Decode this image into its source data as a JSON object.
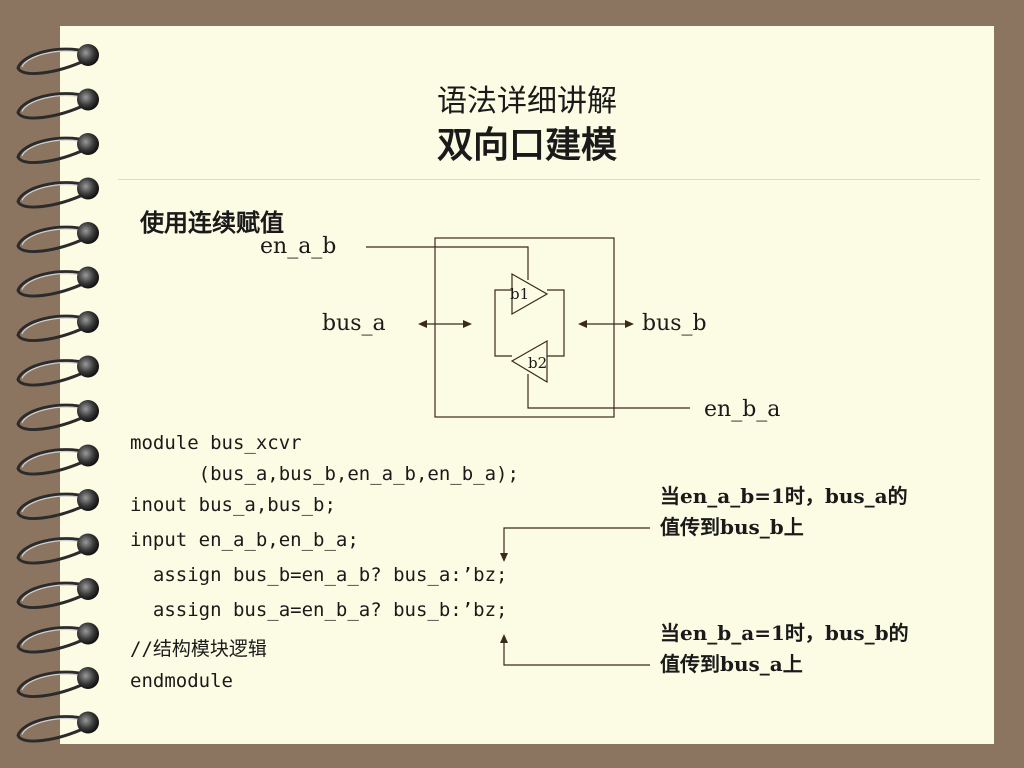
{
  "slide": {
    "title_line1": "语法详细讲解",
    "title_line2": "双向口建模",
    "subtitle": "使用连续赋值"
  },
  "diagram": {
    "en_a_b": "en_a_b",
    "bus_a": "bus_a",
    "bus_b": "bus_b",
    "en_b_a": "en_b_a",
    "buffer1": "b1",
    "buffer2": "b2"
  },
  "code": {
    "line1": "module bus_xcvr",
    "line2": "      (bus_a,bus_b,en_a_b,en_b_a);",
    "line3": "inout bus_a,bus_b;",
    "line4": "input en_a_b,en_b_a;",
    "line5": "  assign bus_b=en_a_b? bus_a:’bz;",
    "line6": "  assign bus_a=en_b_a? bus_b:’bz;",
    "line7": "//结构模块逻辑",
    "line8": "endmodule"
  },
  "notes": {
    "note1_line1": "当en_a_b=1时，bus_a的",
    "note1_line2": "值传到bus_b上",
    "note2_line1": "当en_b_a=1时，bus_b的",
    "note2_line2": "值传到bus_a上"
  }
}
